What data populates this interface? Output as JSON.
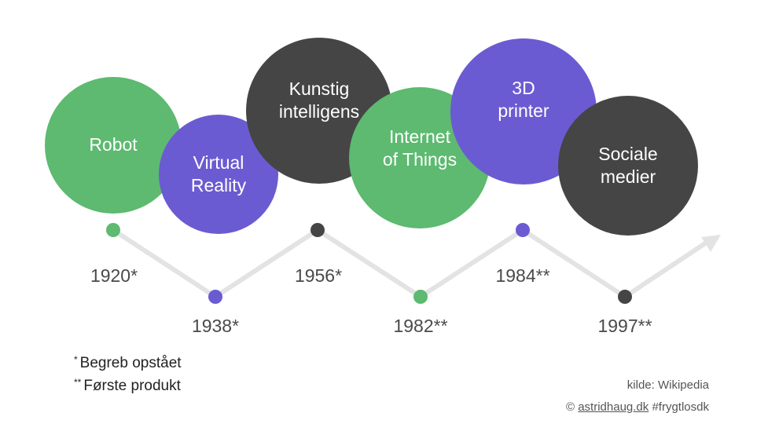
{
  "colors": {
    "green": "#5dba70",
    "purple": "#6b5bd2",
    "dark": "#454545",
    "line": "#e3e3e3"
  },
  "milestones": [
    {
      "label": "Robot",
      "year": "1920*",
      "color": "green"
    },
    {
      "label": "Virtual\nReality",
      "year": "1938*",
      "color": "purple"
    },
    {
      "label": "Kunstig\nintelligens",
      "year": "1956*",
      "color": "dark"
    },
    {
      "label": "Internet\nof Things",
      "year": "1982**",
      "color": "green"
    },
    {
      "label": "3D\nprinter",
      "year": "1984**",
      "color": "purple"
    },
    {
      "label": "Sociale\nmedier",
      "year": "1997**",
      "color": "dark"
    }
  ],
  "legend": {
    "star1_mark": "*",
    "star1_text": "Begreb opstået",
    "star2_mark": "**",
    "star2_text": "Første produkt"
  },
  "credits": {
    "source": "kilde: Wikipedia",
    "copyright_symbol": "©",
    "link": "astridhaug.dk",
    "hashtag": "#frygtlosdk"
  }
}
